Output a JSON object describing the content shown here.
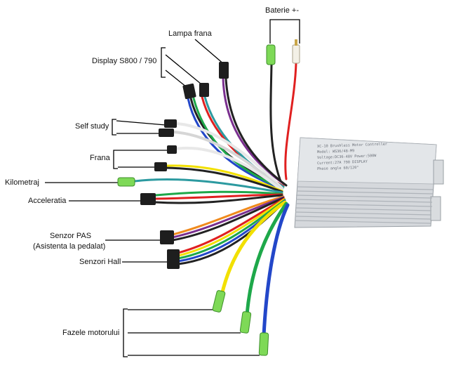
{
  "labels": {
    "baterie": "Baterie +-",
    "lampa_frana": "Lampa frana",
    "display": "Display S800 / 790",
    "self_study": "Self study",
    "frana": "Frana",
    "kilometraj": "Kilometraj",
    "acceleratia": "Acceleratia",
    "senzor_pas_line1": "Senzor PAS",
    "senzor_pas_line2": "(Asistenta la pedalat)",
    "senzori_hall": "Senzori Hall",
    "fazele_motorului": "Fazele motorului"
  },
  "controller_label": {
    "line1": "XC-10 Brushless Motor Controller",
    "line2": "Model: WS36/48-M9",
    "line3": "Voltage:DC36-48V  Power:500W",
    "line4": "Current:27A      790 DISPLAY",
    "line5": "Phase angle 60/120°"
  },
  "colors": {
    "controller_body": "#d5d8dc",
    "controller_fin": "#bcc1c7",
    "connector_black": "#1e1e1e",
    "connector_green": "#7ed957",
    "wire_red": "#e02020",
    "wire_black": "#222222",
    "wire_yellow": "#f2e000",
    "wire_green": "#1ea84a",
    "wire_blue": "#2347c9",
    "wire_white": "#e8e8e8",
    "wire_purple": "#7a2f8f",
    "wire_teal": "#2c9aa0",
    "wire_orange": "#f08a1c"
  }
}
